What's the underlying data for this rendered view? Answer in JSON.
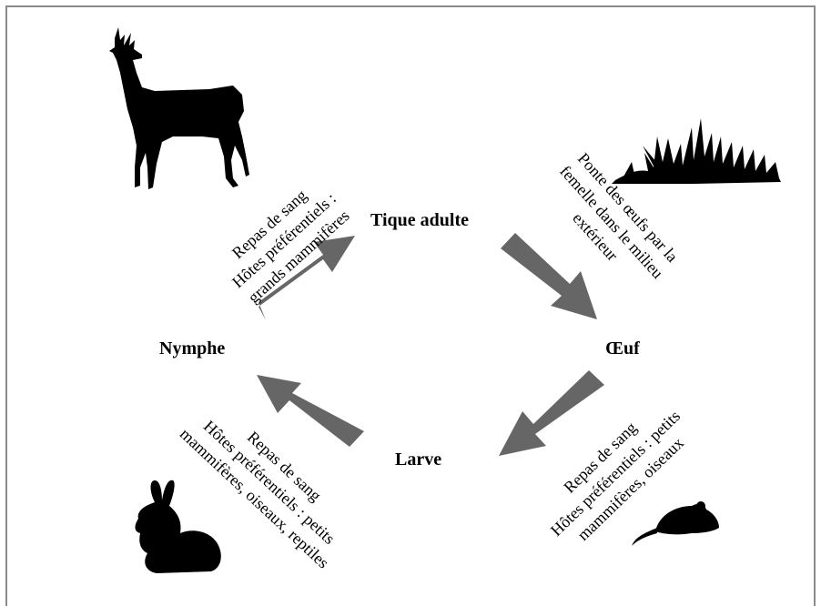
{
  "stages": {
    "adult": "Tique adulte",
    "egg": "Œuf",
    "larva": "Larve",
    "nymph": "Nymphe"
  },
  "notes": {
    "nymph_to_adult": [
      "Repas de sang",
      "Hôtes préférentiels :",
      "grands mammifères"
    ],
    "adult_to_egg": [
      "Ponte des œufs par la",
      "femelle dans le milieu",
      "extérieur"
    ],
    "egg_to_larva": [
      "Repas de sang",
      "Hôtes préférentiels : petits",
      "mammifères, oiseaux"
    ],
    "larva_to_nymph": [
      "Repas de sang",
      "Hôtes préférentiels : petits",
      "mammifères, oiseaux, reptiles"
    ]
  },
  "icons": [
    "deer-icon",
    "grass-icon",
    "mouse-icon",
    "rabbit-icon"
  ],
  "colors": {
    "arrow": "#666666",
    "silhouette": "#000000",
    "frame": "#8a8a8a"
  }
}
